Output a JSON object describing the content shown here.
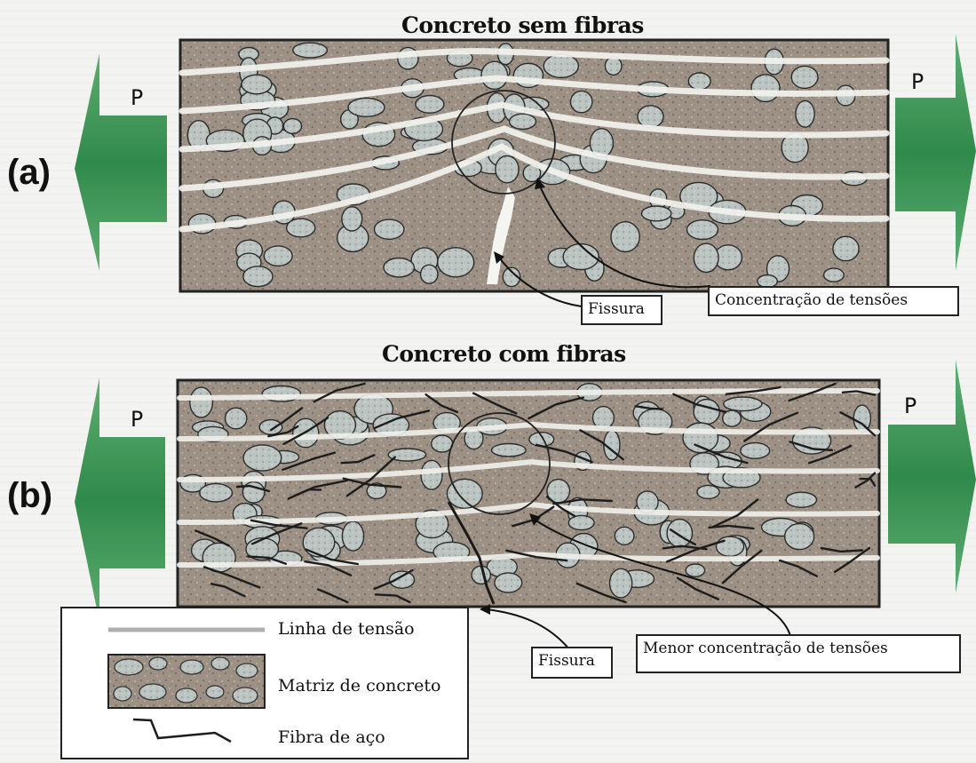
{
  "panels": [
    {
      "letter": "(a)",
      "title": "Concreto sem fibras",
      "force_label": "P",
      "callouts": [
        "Fissura",
        "Concentração de tensões"
      ]
    },
    {
      "letter": "(b)",
      "title": "Concreto com fibras",
      "force_label": "P",
      "callouts": [
        "Fissura",
        "Menor concentração de tensões"
      ]
    }
  ],
  "legend": {
    "items": [
      {
        "label": "Linha de tensão",
        "icon": "stress-line"
      },
      {
        "label": "Matriz de concreto",
        "icon": "concrete-matrix"
      },
      {
        "label": "Fibra de aço",
        "icon": "steel-fiber"
      }
    ]
  },
  "colors": {
    "arrow": "#3f9a58",
    "concrete": "#9a8f80",
    "aggregate": "#b7bfbd",
    "stress_line": "#f2f2ee",
    "fiber": "#1c1c1c"
  }
}
